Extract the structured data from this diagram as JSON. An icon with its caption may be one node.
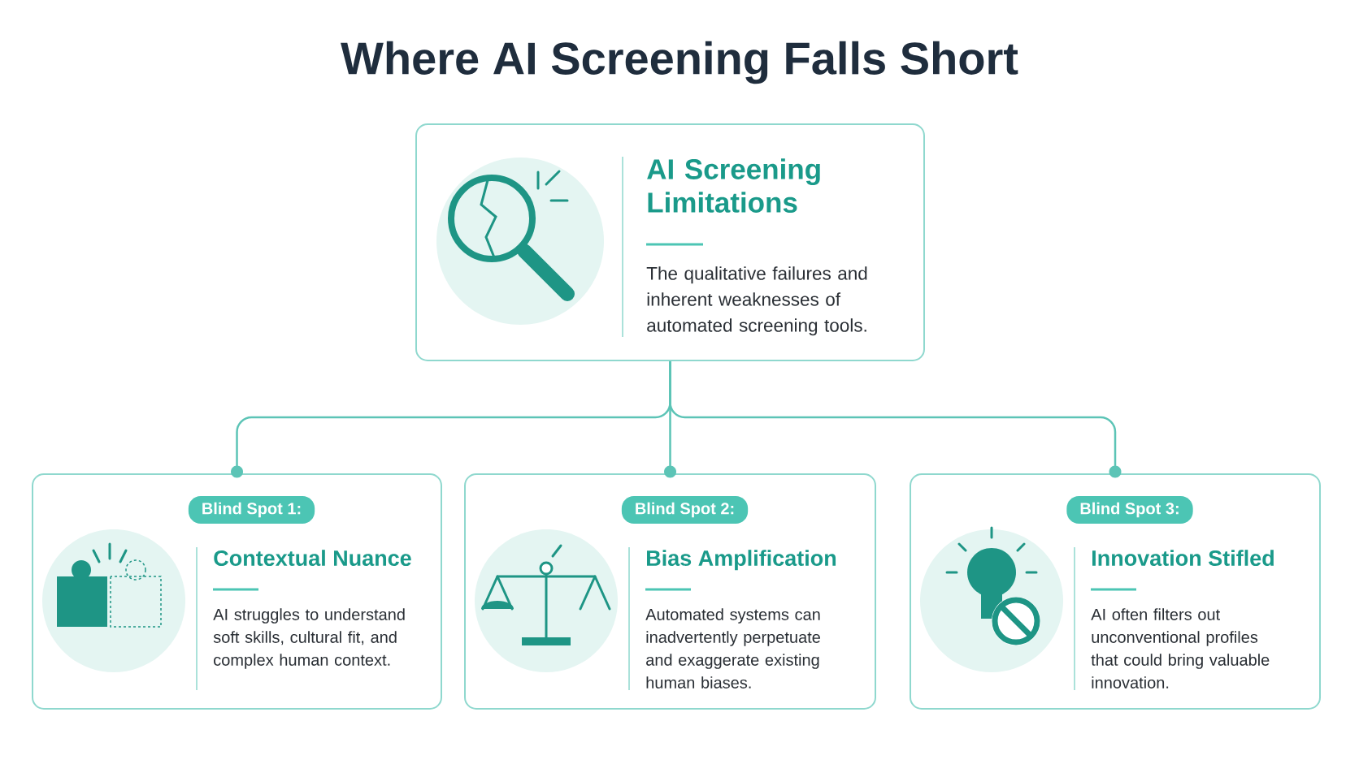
{
  "diagram": {
    "title": "Where AI Screening Falls Short",
    "nodes": [
      {
        "text": [
          "AI Screening Limitations",
          "The qualitative failures and inherent weaknesses of automated screening tools."
        ]
      },
      {
        "text": [
          "Blind Spot 1:",
          "Contextual Nuance",
          "AI struggles to understand soft skills, cultural fit, and complex human context."
        ]
      },
      {
        "text": [
          "Blind Spot 2:",
          "Bias Amplification",
          "Automated systems can inadvertently perpetuate and exaggerate existing human biases."
        ]
      },
      {
        "text": [
          "Blind Spot 3:",
          "Innovation Stifled",
          "AI often filters out unconventional profiles that could bring valuable innovation."
        ]
      }
    ],
    "edges": [
      {
        "from": 0,
        "to": 1,
        "arrow": "other"
      },
      {
        "from": 0,
        "to": 2,
        "arrow": "other"
      },
      {
        "from": 0,
        "to": 3,
        "arrow": "other"
      }
    ]
  }
}
